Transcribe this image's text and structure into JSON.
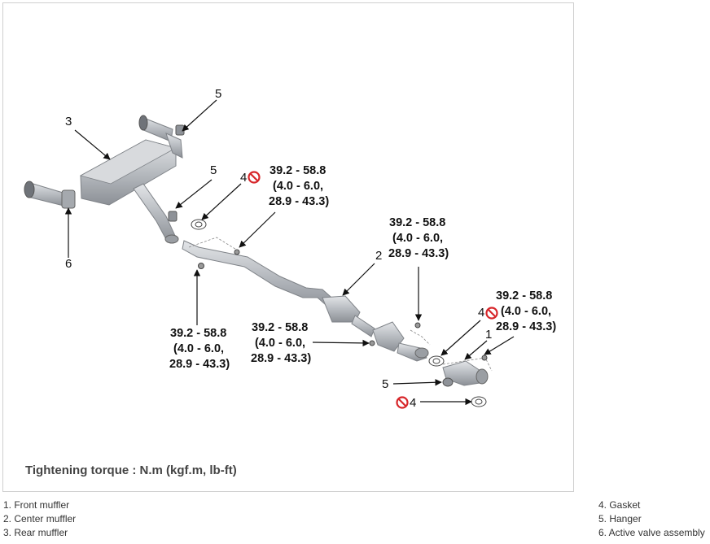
{
  "callouts": {
    "c1": "1",
    "c2": "2",
    "c3": "3",
    "c4a": "4",
    "c4b": "4",
    "c4c": "4",
    "c5a": "5",
    "c5b": "5",
    "c5c": "5",
    "c6": "6"
  },
  "torque_top": {
    "line1": "39.2 - 58.8",
    "line2": "(4.0 - 6.0,",
    "line3": "28.9 - 43.3)"
  },
  "torque_right_upper": {
    "line1": "39.2 - 58.8",
    "line2": "(4.0 - 6.0,",
    "line3": "28.9 - 43.3)"
  },
  "torque_right": {
    "line1": "39.2 - 58.8",
    "line2": "(4.0 - 6.0,",
    "line3": "28.9 - 43.3)"
  },
  "torque_center": {
    "line1": "39.2 - 58.8",
    "line2": "(4.0 - 6.0,",
    "line3": "28.9 - 43.3)"
  },
  "torque_left": {
    "line1": "39.2 - 58.8",
    "line2": "(4.0 - 6.0,",
    "line3": "28.9 - 43.3)"
  },
  "footnote": "Tightening torque : N.m (kgf.m, lb-ft)",
  "legend_left": [
    "1. Front muffler",
    "2. Center muffler",
    "3. Rear muffler"
  ],
  "legend_right": [
    "4. Gasket",
    "5. Hanger",
    "6. Active valve assembly"
  ],
  "colors": {
    "part": "#b9bcc1",
    "part_dark": "#8e9298",
    "prohibit": "#d7262a"
  },
  "icons": [
    "no-reuse-icon"
  ]
}
